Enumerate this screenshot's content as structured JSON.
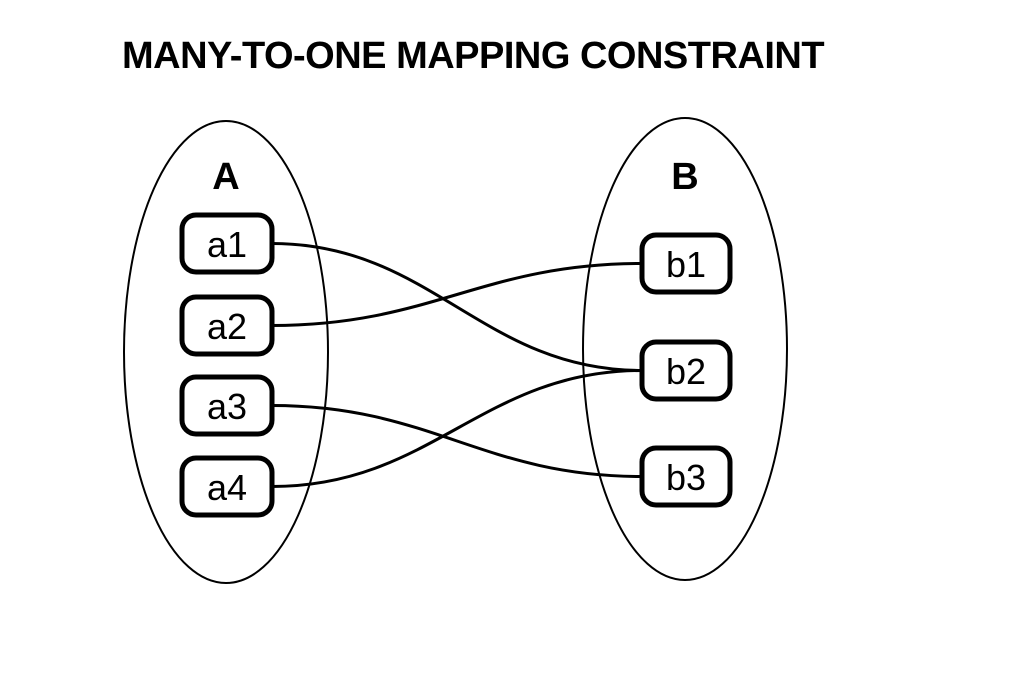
{
  "title": "MANY-TO-ONE MAPPING CONSTRAINT",
  "colors": {
    "stroke": "#000000",
    "background": "#ffffff",
    "text": "#000000"
  },
  "diagram": {
    "type": "set-mapping",
    "set_a": {
      "label": "A",
      "nodes": [
        {
          "id": "a1",
          "label": "a1"
        },
        {
          "id": "a2",
          "label": "a2"
        },
        {
          "id": "a3",
          "label": "a3"
        },
        {
          "id": "a4",
          "label": "a4"
        }
      ]
    },
    "set_b": {
      "label": "B",
      "nodes": [
        {
          "id": "b1",
          "label": "b1"
        },
        {
          "id": "b2",
          "label": "b2"
        },
        {
          "id": "b3",
          "label": "b3"
        }
      ]
    },
    "mappings": [
      {
        "from": "a1",
        "to": "b2"
      },
      {
        "from": "a2",
        "to": "b1"
      },
      {
        "from": "a3",
        "to": "b3"
      },
      {
        "from": "a4",
        "to": "b2"
      }
    ]
  }
}
